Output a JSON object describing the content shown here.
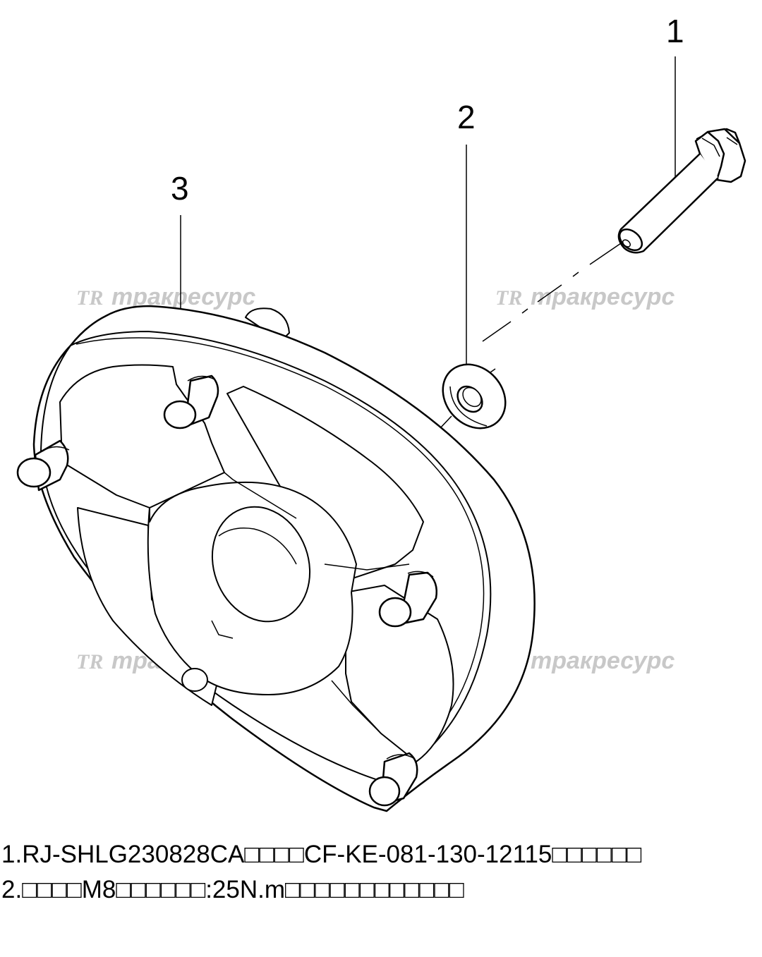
{
  "callouts": {
    "c1": "1",
    "c2": "2",
    "c3": "3"
  },
  "watermark": {
    "logo": "TR",
    "text": "тракресурс"
  },
  "legend": [
    "1.RJ-SHLG230828CA□□□□CF-KE-081-130-12115□□□□□□",
    "2.□□□□M8□□□□□□:25N.m□□□□□□□□□□□□"
  ]
}
